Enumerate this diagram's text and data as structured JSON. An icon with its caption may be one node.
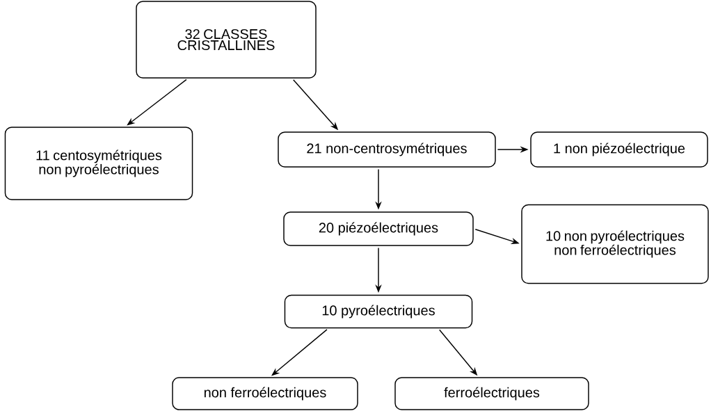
{
  "diagram": {
    "nodes": [
      {
        "text": [
          "32 CLASSES CRISTALLINES"
        ]
      },
      {
        "text": [
          "11 centosymétriques non pyroélectriques"
        ]
      },
      {
        "text": [
          "21 non-centrosymétriques"
        ]
      },
      {
        "text": [
          "1 non piézoélectrique"
        ]
      },
      {
        "text": [
          "20 piézoélectriques"
        ]
      },
      {
        "text": [
          "10 non pyroélectriques non ferroélectriques"
        ]
      },
      {
        "text": [
          "10 pyroélectriques"
        ]
      },
      {
        "text": [
          "non ferroélectriques"
        ]
      },
      {
        "text": [
          "ferroélectriques"
        ]
      }
    ],
    "edges": [
      {
        "from": 0,
        "to": 1,
        "arrow": "to"
      },
      {
        "from": 0,
        "to": 2,
        "arrow": "to"
      },
      {
        "from": 2,
        "to": 3,
        "arrow": "to"
      },
      {
        "from": 2,
        "to": 4,
        "arrow": "to"
      },
      {
        "from": 4,
        "to": 5,
        "arrow": "to"
      },
      {
        "from": 4,
        "to": 6,
        "arrow": "to"
      },
      {
        "from": 6,
        "to": 7,
        "arrow": "to"
      },
      {
        "from": 6,
        "to": 8,
        "arrow": "to"
      }
    ]
  }
}
